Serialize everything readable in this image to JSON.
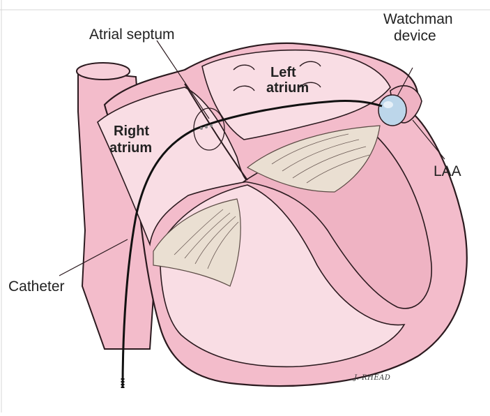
{
  "labels": {
    "atrial_septum": "Atrial septum",
    "watchman_line1": "Watchman",
    "watchman_line2": "device",
    "left_atrium_line1": "Left",
    "left_atrium_line2": "atrium",
    "right_atrium_line1": "Right",
    "right_atrium_line2": "atrium",
    "laa": "LAA",
    "catheter": "Catheter"
  },
  "signature": "J. RHEAD",
  "colors": {
    "wall_pink": "#f3bccb",
    "wall_outline": "#2b1a1f",
    "chamber_light": "#f9dde4",
    "ventricle_fill": "#efb3c3",
    "valve_tan": "#eadfd2",
    "device_blue": "#bcd6ea",
    "catheter": "#111111"
  }
}
